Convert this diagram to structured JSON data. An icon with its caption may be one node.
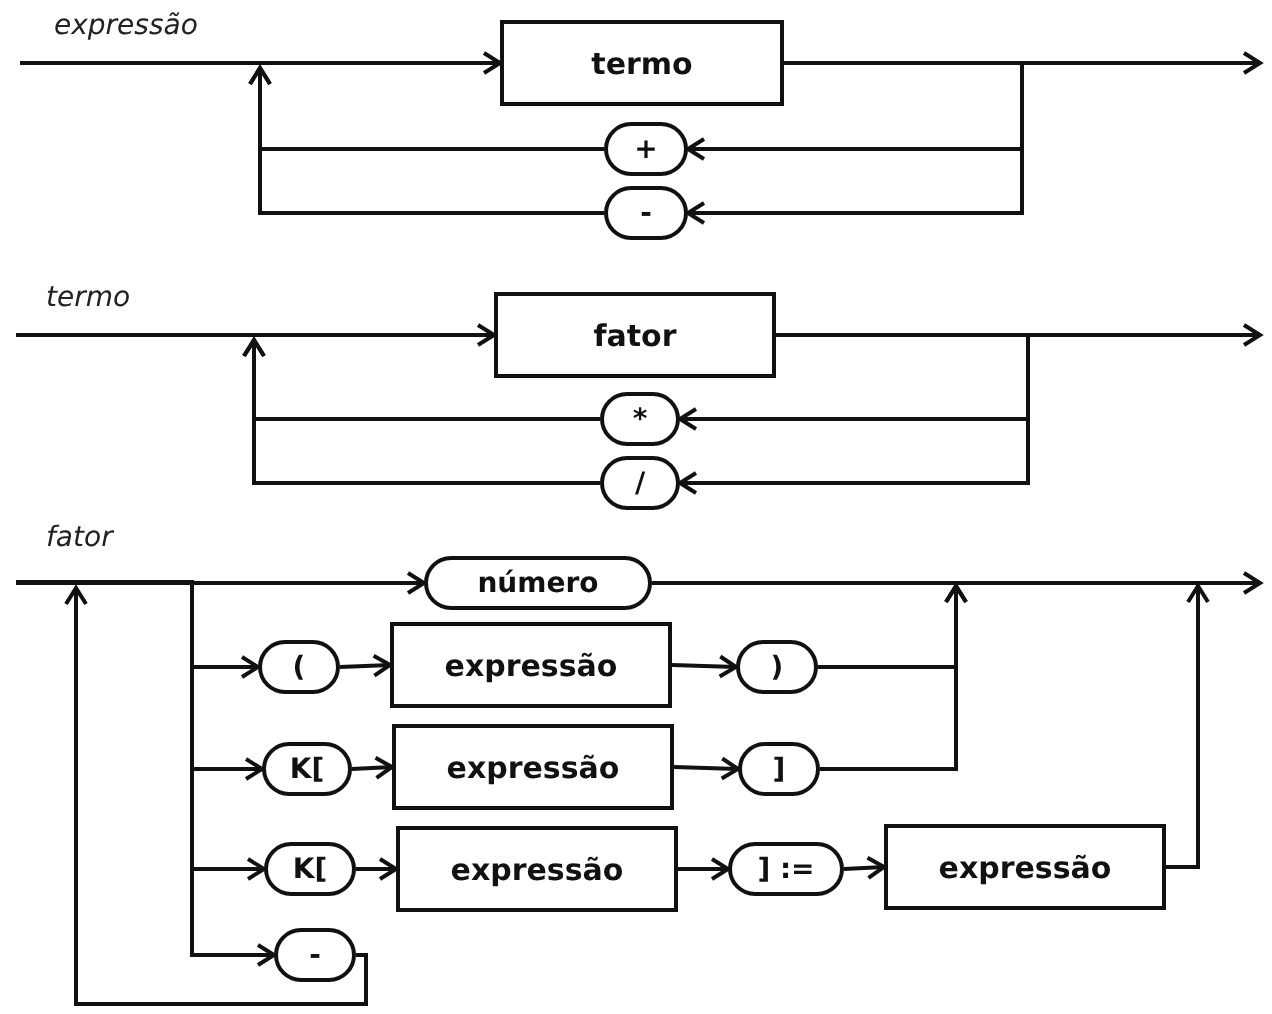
{
  "diagram": {
    "nodes": [
      {
        "text": [
          "termo"
        ]
      },
      {
        "text": [
          "+"
        ]
      },
      {
        "text": [
          "-"
        ]
      },
      {
        "text": [
          "fator"
        ]
      },
      {
        "text": [
          "*"
        ]
      },
      {
        "text": [
          "/"
        ]
      },
      {
        "text": [
          "número"
        ]
      },
      {
        "text": [
          "("
        ]
      },
      {
        "text": [
          "expressão"
        ]
      },
      {
        "text": [
          ")"
        ]
      },
      {
        "text": [
          "K["
        ]
      },
      {
        "text": [
          "expressão"
        ]
      },
      {
        "text": [
          "]"
        ]
      },
      {
        "text": [
          "K["
        ]
      },
      {
        "text": [
          "expressão"
        ]
      },
      {
        "text": [
          "] :="
        ]
      },
      {
        "text": [
          "expressão"
        ]
      },
      {
        "text": [
          "-"
        ]
      }
    ],
    "edges": [
      {
        "from": null,
        "to": 0,
        "arrow": "to"
      },
      {
        "from": 0,
        "to": null,
        "arrow": "to"
      },
      {
        "from": 0,
        "to": 1,
        "arrow": "to"
      },
      {
        "from": 0,
        "to": 2,
        "arrow": "to"
      },
      {
        "from": 1,
        "to": null,
        "arrow": "to"
      },
      {
        "from": 2,
        "to": null,
        "arrow": "to"
      },
      {
        "from": null,
        "to": 3,
        "arrow": "to"
      },
      {
        "from": 3,
        "to": null,
        "arrow": "to"
      },
      {
        "from": 3,
        "to": 4,
        "arrow": "to"
      },
      {
        "from": 3,
        "to": 5,
        "arrow": "to"
      },
      {
        "from": 4,
        "to": null,
        "arrow": "to"
      },
      {
        "from": 5,
        "to": null,
        "arrow": "to"
      },
      {
        "from": null,
        "to": 6,
        "arrow": "to"
      },
      {
        "from": null,
        "to": 7,
        "arrow": "to"
      },
      {
        "from": null,
        "to": 10,
        "arrow": "to"
      },
      {
        "from": null,
        "to": 13,
        "arrow": "to"
      },
      {
        "from": null,
        "to": 17,
        "arrow": "to"
      },
      {
        "from": 7,
        "to": 8,
        "arrow": "to"
      },
      {
        "from": 8,
        "to": 9,
        "arrow": "to"
      },
      {
        "from": 10,
        "to": 11,
        "arrow": "to"
      },
      {
        "from": 11,
        "to": 12,
        "arrow": "to"
      },
      {
        "from": 13,
        "to": 14,
        "arrow": "to"
      },
      {
        "from": 14,
        "to": 15,
        "arrow": "to"
      },
      {
        "from": 15,
        "to": 16,
        "arrow": "to"
      },
      {
        "from": 6,
        "to": null,
        "arrow": "to"
      },
      {
        "from": 9,
        "to": null,
        "arrow": "to"
      },
      {
        "from": 12,
        "to": null,
        "arrow": "to"
      },
      {
        "from": 16,
        "to": null,
        "arrow": "to"
      },
      {
        "from": 17,
        "to": null,
        "arrow": "to"
      }
    ],
    "labels": [
      "expressão",
      "termo",
      "fator"
    ]
  }
}
